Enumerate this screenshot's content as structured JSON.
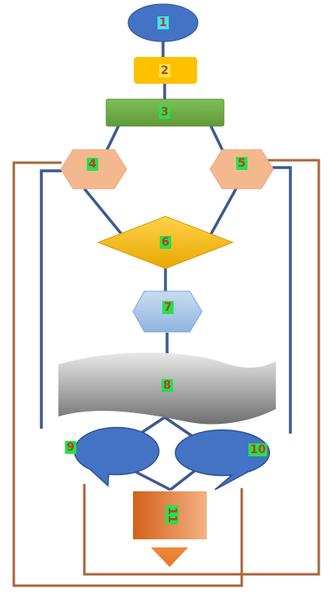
{
  "nodes": {
    "n1": "1",
    "n2": "2",
    "n3": "3",
    "n4": "4",
    "n5": "5",
    "n6": "6",
    "n7": "7",
    "n8": "8",
    "n9": "9",
    "n10": "10",
    "n11": "11"
  },
  "colors": {
    "blue_connector": "#3d5a8f",
    "brown_connector": "#a9663a",
    "ellipse_fill": "#4472c4",
    "rect2_fill": "#ffc000",
    "rect3_fill": "#70ad47",
    "hexagon_fill": "#f4b88f",
    "diamond_fill": "#ffc000",
    "hexagon7_fill": "#9dc3e6",
    "wave_fill": "#a6a6a6",
    "arrow_fill": "#e36c09"
  }
}
